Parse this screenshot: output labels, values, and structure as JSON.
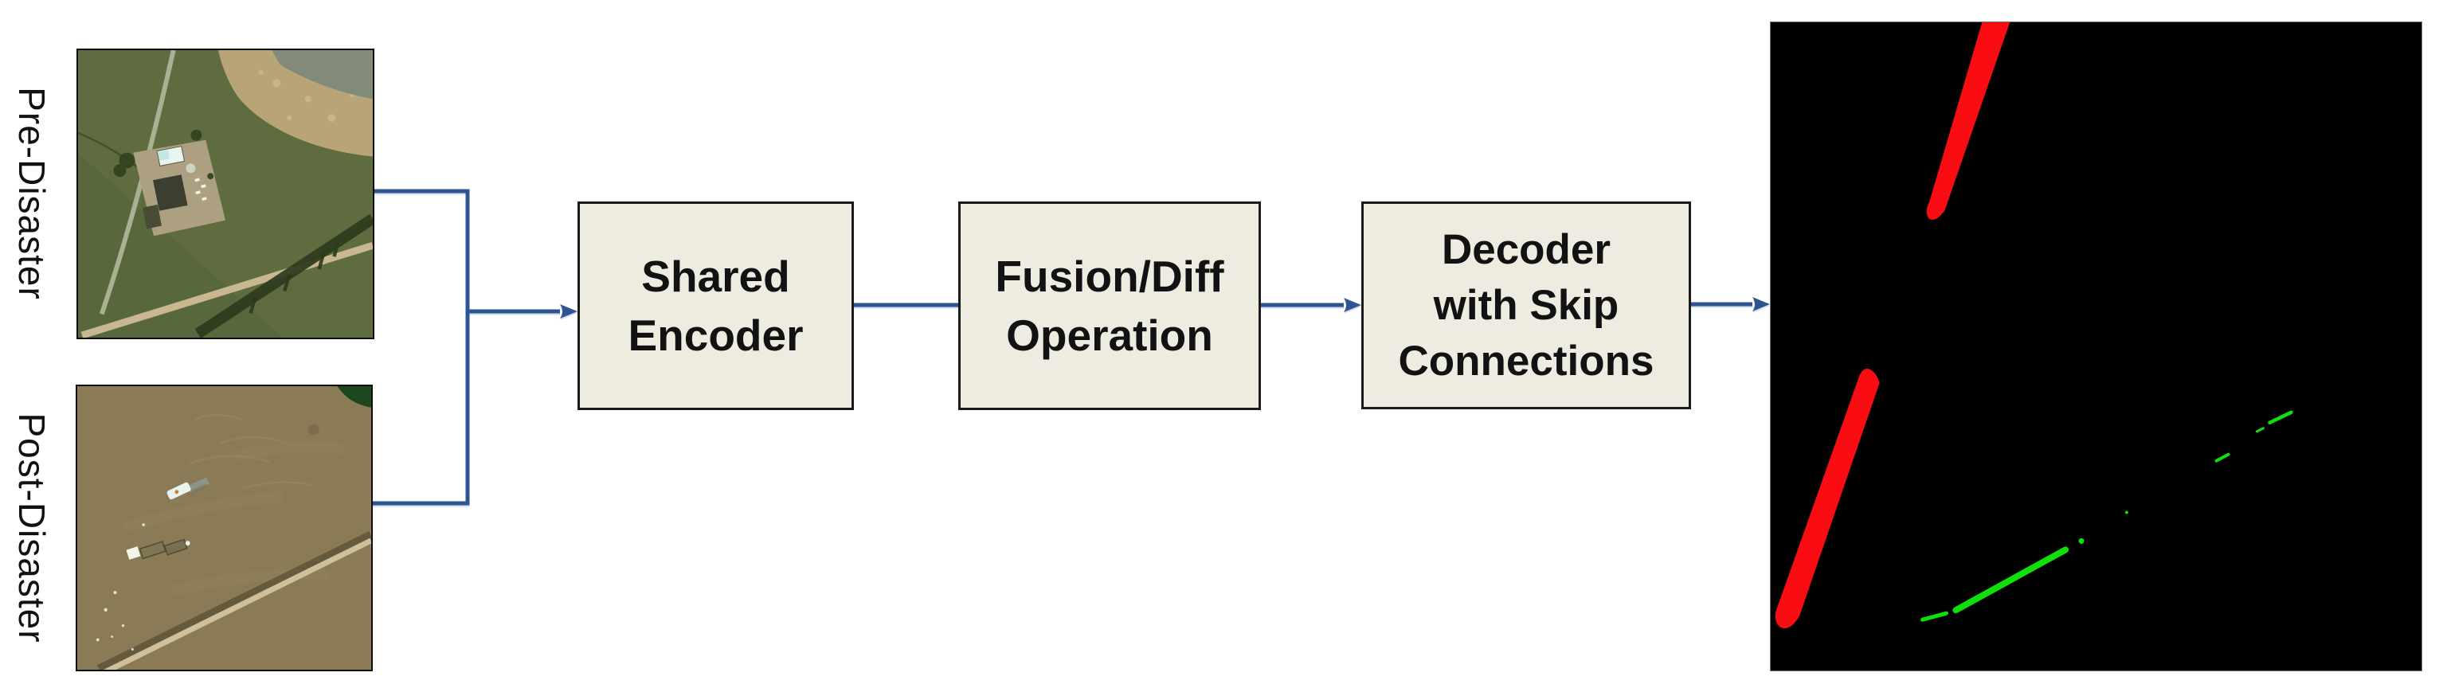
{
  "palette": {
    "arrow_blue": "#2e5591",
    "box_fill": "#eeece1",
    "box_border": "#1b1b1b",
    "mask_bg": "#000000",
    "mask_red": "#f90c12",
    "mask_green": "#0fe00b",
    "pre_base": "#5e6c3f",
    "post_base": "#8b7a56"
  },
  "inputs": {
    "pre_label": "Pre-Disaster",
    "post_label": "Post-Disaster"
  },
  "pipeline": {
    "boxes": [
      {
        "id": "shared-encoder",
        "lines": [
          "Shared",
          "Encoder"
        ]
      },
      {
        "id": "fusion-diff",
        "lines": [
          "Fusion/Diff",
          "Operation"
        ]
      },
      {
        "id": "decoder",
        "lines": [
          "Decoder",
          "with Skip",
          "Connections"
        ]
      }
    ]
  }
}
